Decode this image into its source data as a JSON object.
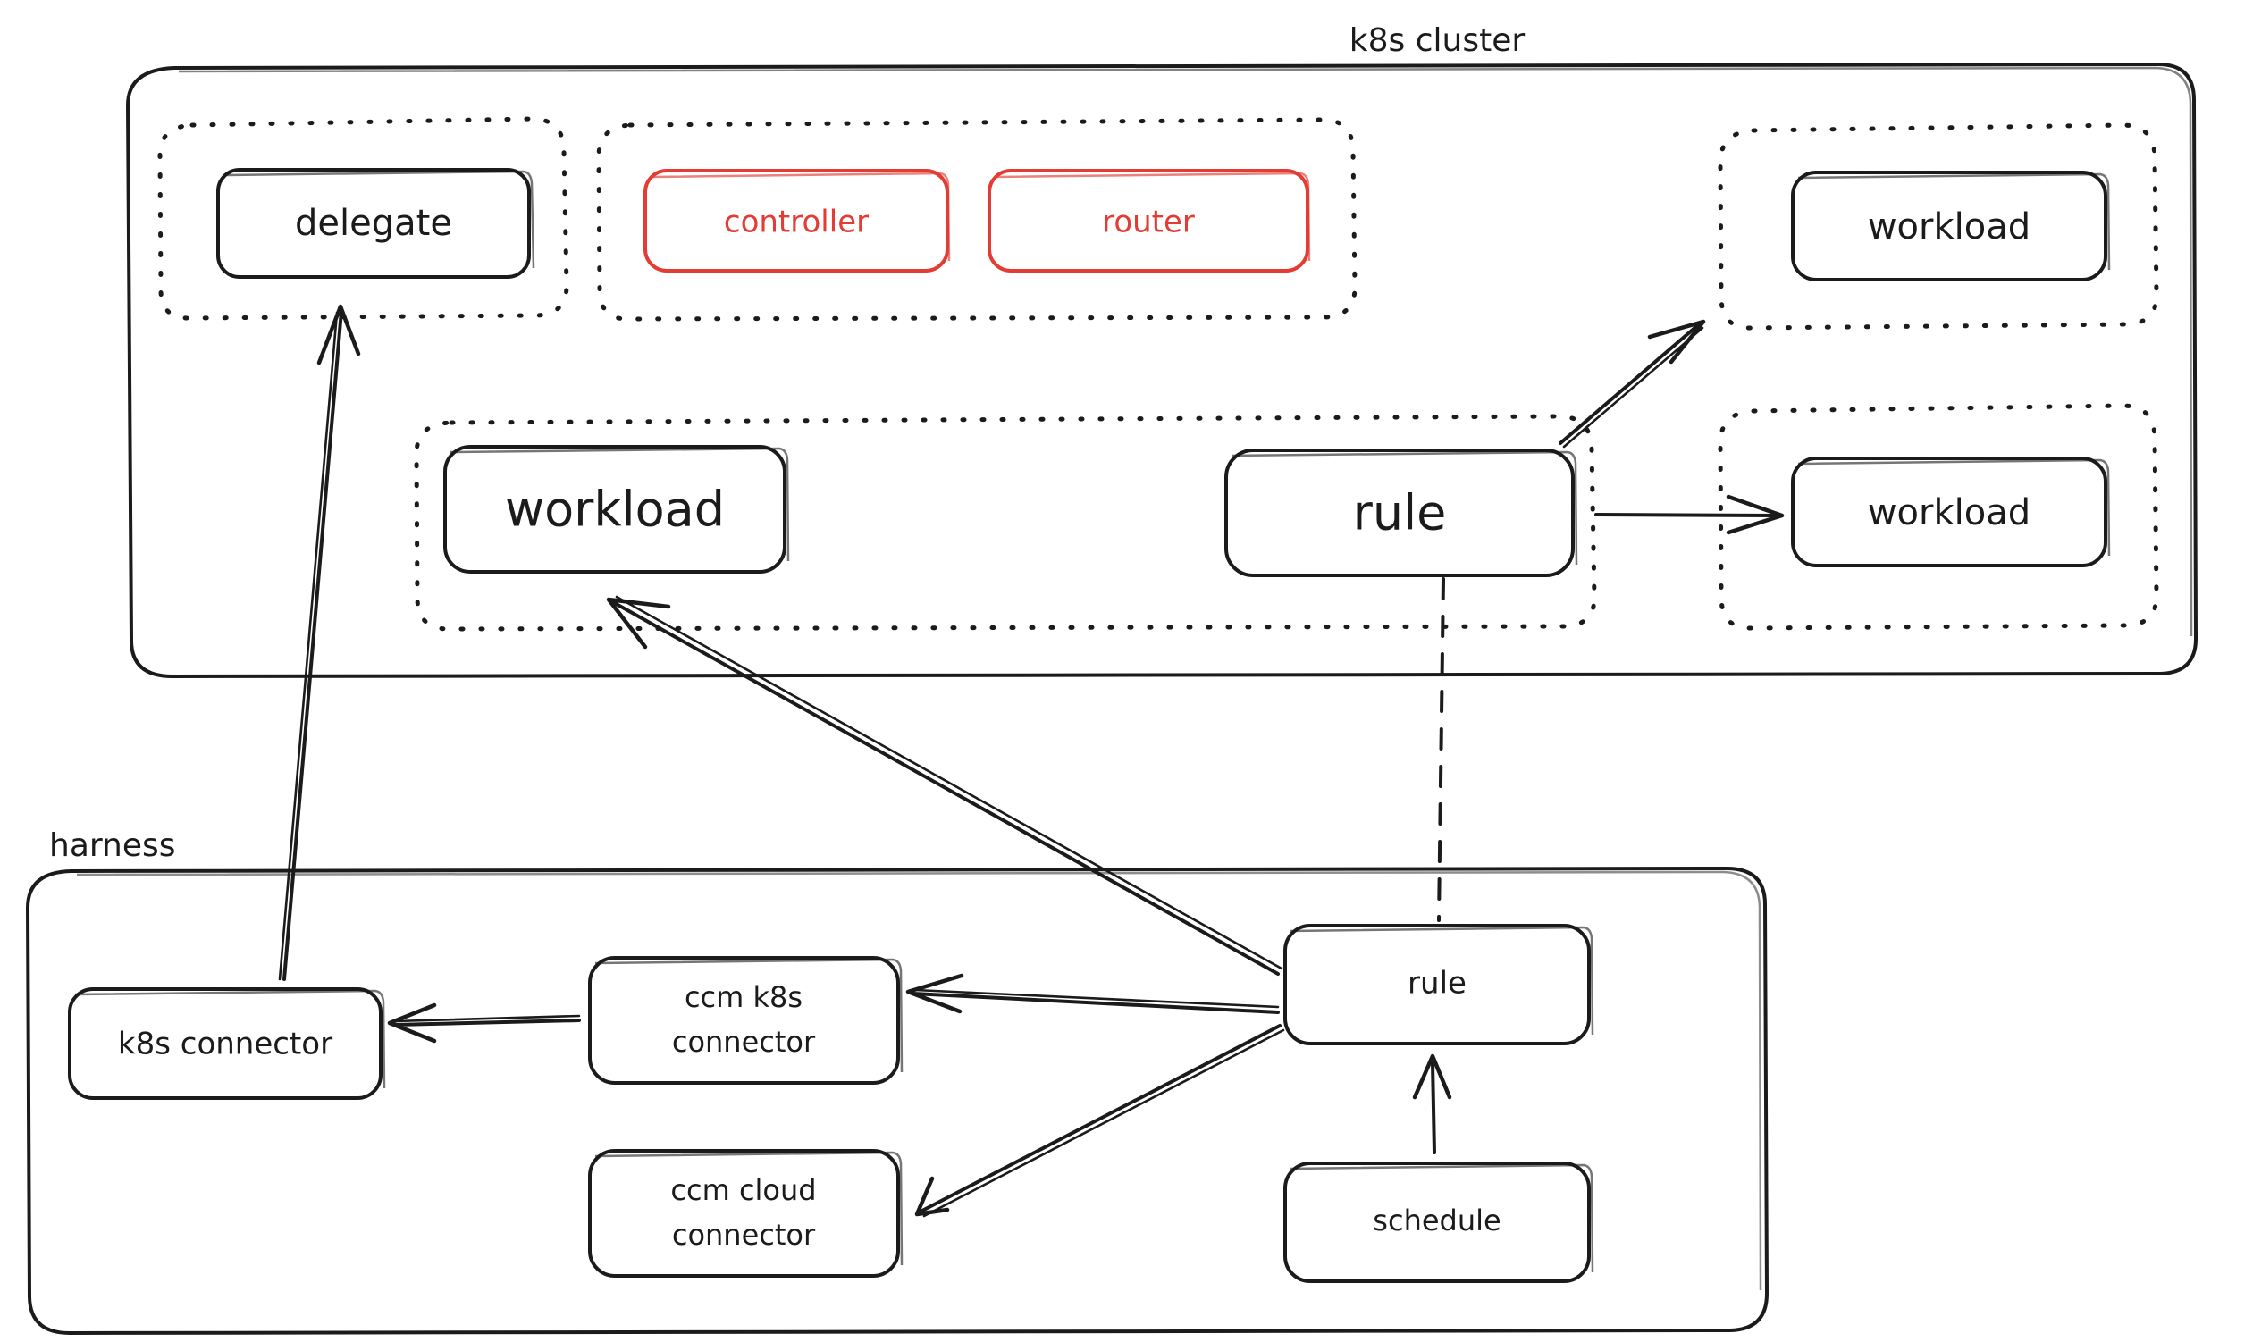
{
  "diagram": {
    "title_top": "k8s cluster",
    "title_bottom": "harness",
    "accent_red": "#e23c34",
    "stroke_black": "#1b1b1b",
    "background": "#ffffff"
  },
  "cluster": {
    "label": "k8s cluster",
    "namespaces": [
      {
        "id": "ns-delegate",
        "nodes": [
          "delegate"
        ]
      },
      {
        "id": "ns-controller-router",
        "nodes": [
          "controller",
          "router"
        ]
      },
      {
        "id": "ns-workload-rule",
        "nodes": [
          "workload",
          "rule"
        ]
      },
      {
        "id": "ns-workload-top-right",
        "nodes": [
          "workload"
        ]
      },
      {
        "id": "ns-workload-bottom-right",
        "nodes": [
          "workload"
        ]
      }
    ],
    "nodes": {
      "delegate": {
        "label": "delegate"
      },
      "controller": {
        "label": "controller",
        "color": "#e23c34"
      },
      "router": {
        "label": "router",
        "color": "#e23c34"
      },
      "workload_main": {
        "label": "workload"
      },
      "rule": {
        "label": "rule"
      },
      "workload_top_right": {
        "label": "workload"
      },
      "workload_bottom_right": {
        "label": "workload"
      }
    }
  },
  "harness": {
    "label": "harness",
    "nodes": {
      "k8s_connector": {
        "label": "k8s connector"
      },
      "ccm_k8s_connector": {
        "label_line1": "ccm k8s",
        "label_line2": "connector"
      },
      "ccm_cloud_connector": {
        "label_line1": "ccm cloud",
        "label_line2": "connector"
      },
      "rule": {
        "label": "rule"
      },
      "schedule": {
        "label": "schedule"
      }
    }
  },
  "edges": [
    {
      "from": "harness.k8s_connector",
      "to": "cluster.delegate",
      "style": "solid",
      "arrow": "to"
    },
    {
      "from": "harness.rule",
      "to": "cluster.workload_main",
      "style": "solid",
      "arrow": "to"
    },
    {
      "from": "harness.rule",
      "to": "harness.ccm_k8s_connector",
      "style": "solid",
      "arrow": "to"
    },
    {
      "from": "harness.rule",
      "to": "harness.ccm_cloud_connector",
      "style": "solid",
      "arrow": "to"
    },
    {
      "from": "harness.ccm_k8s_connector",
      "to": "harness.k8s_connector",
      "style": "solid",
      "arrow": "to"
    },
    {
      "from": "harness.schedule",
      "to": "harness.rule",
      "style": "solid",
      "arrow": "to"
    },
    {
      "from": "cluster.rule",
      "to": "cluster.workload_top_right",
      "style": "solid",
      "arrow": "to"
    },
    {
      "from": "cluster.rule",
      "to": "cluster.workload_bottom_right",
      "style": "solid",
      "arrow": "to"
    },
    {
      "from": "cluster.rule",
      "to": "harness.rule",
      "style": "dashed",
      "arrow": "none"
    }
  ]
}
